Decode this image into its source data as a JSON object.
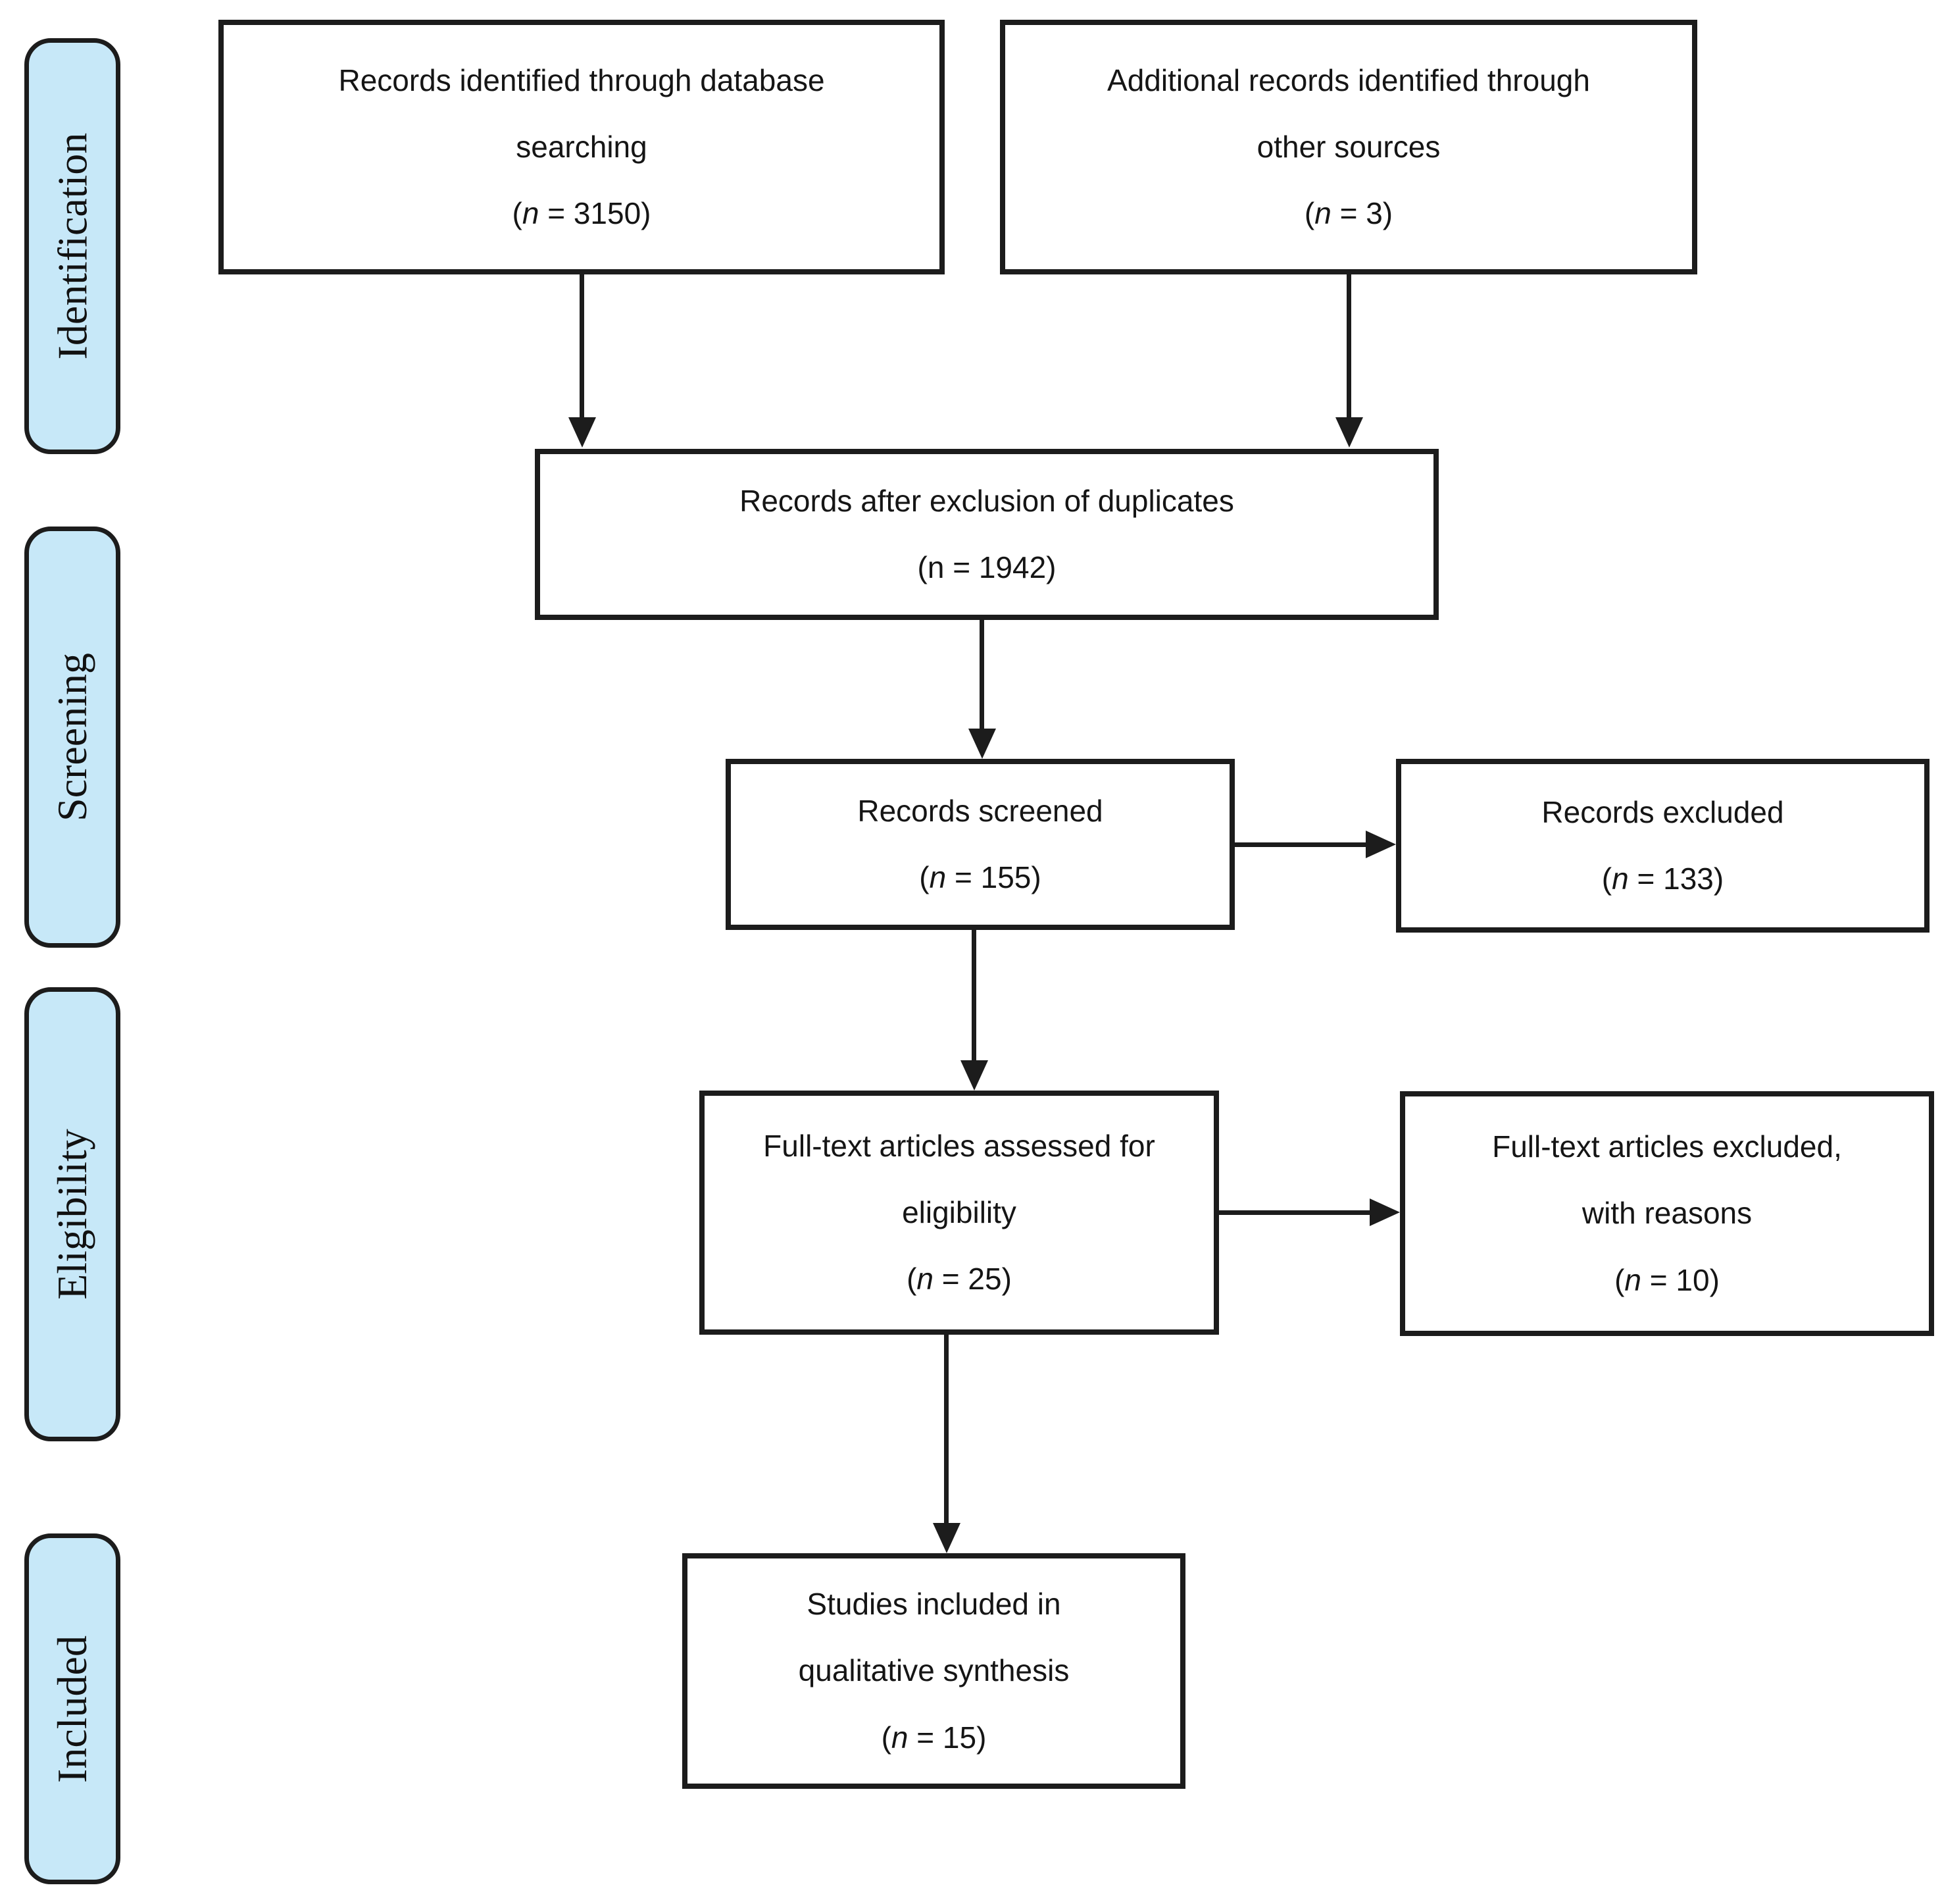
{
  "colors": {
    "stage_fill": "#c7e8f8",
    "stage_border": "#1c1c1c",
    "box_border": "#1c1c1c",
    "box_fill": "#ffffff",
    "arrow": "#1c1c1c"
  },
  "stages": [
    {
      "label": "Identification"
    },
    {
      "label": "Screening"
    },
    {
      "label": "Eligibility"
    },
    {
      "label": "Included"
    }
  ],
  "boxes": [
    {
      "lines": [
        "Records identified through database",
        "searching"
      ],
      "count_prefix": "(",
      "count_n": "n",
      "count_suffix": " = 3150)"
    },
    {
      "lines": [
        "Additional records identified through",
        "other sources"
      ],
      "count_prefix": "(",
      "count_n": "n",
      "count_suffix": " = 3)"
    },
    {
      "lines": [
        "Records after exclusion of duplicates"
      ],
      "count_prefix": "(",
      "count_n": "n",
      "count_suffix": " = 1942)"
    },
    {
      "lines": [
        "Records screened"
      ],
      "count_prefix": "(",
      "count_n": "n",
      "count_suffix": " = 155)"
    },
    {
      "lines": [
        "Records excluded"
      ],
      "count_prefix": "(",
      "count_n": "n",
      "count_suffix": " = 133)"
    },
    {
      "lines": [
        "Full-text articles assessed for",
        "eligibility"
      ],
      "count_prefix": "(",
      "count_n": "n",
      "count_suffix": " = 25)"
    },
    {
      "lines": [
        "Full-text articles excluded,",
        "with reasons"
      ],
      "count_prefix": "(",
      "count_n": "n",
      "count_suffix": " = 10)"
    },
    {
      "lines": [
        "Studies included in",
        "qualitative synthesis"
      ],
      "count_prefix": "(",
      "count_n": "n",
      "count_suffix": " = 15)"
    }
  ]
}
